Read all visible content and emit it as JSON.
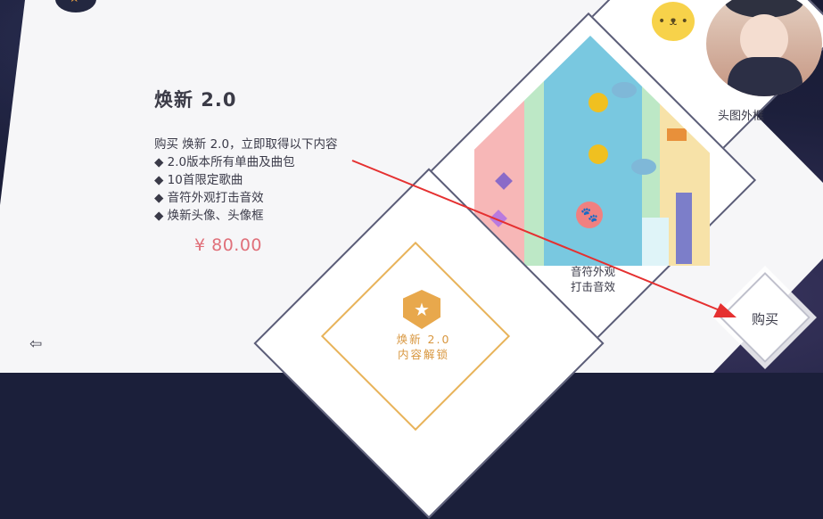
{
  "product": {
    "title": "焕新 2.0",
    "intro": "购买 焕新 2.0，立即取得以下内容",
    "items": [
      "◆ 2.0版本所有单曲及曲包",
      "◆ 10首限定歌曲",
      "◆ 音符外观打击音效",
      "◆ 焕新头像、头像框"
    ],
    "price": "¥ 80.00"
  },
  "cards": {
    "frame_label": "头图外框",
    "note_label_line1": "音符外观",
    "note_label_line2": "打击音效",
    "unlock_line1": "焕新 2.0",
    "unlock_line2": "内容解锁"
  },
  "actions": {
    "buy_label": "购买"
  },
  "colors": {
    "accent_price": "#e0707a",
    "unlock_gold": "#e8a84c",
    "arrow_red": "#e53030"
  }
}
